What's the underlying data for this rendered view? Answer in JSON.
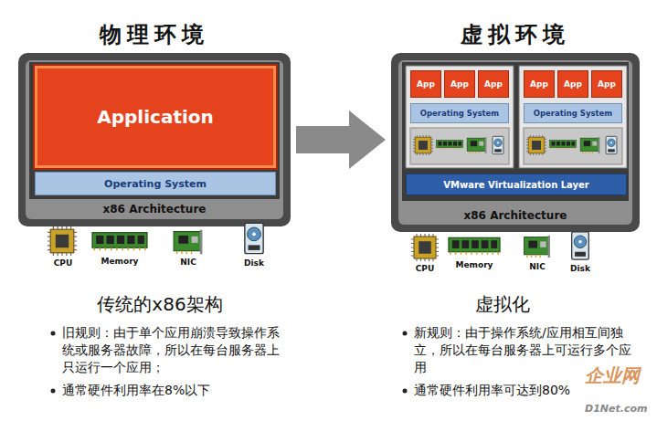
{
  "diagram": {
    "nodes": [
      {
        "text": [
          "物理环境",
          "x86 Architecture"
        ]
      },
      {
        "text": [
          "Application"
        ],
        "in": 0
      },
      {
        "text": [
          "Operating System"
        ],
        "in": 0
      },
      {
        "text": [
          "虚拟环境",
          "x86 Architecture"
        ]
      },
      {
        "text": [
          "App"
        ],
        "in": 3
      },
      {
        "text": [
          "App"
        ],
        "in": 3
      },
      {
        "text": [
          "App"
        ],
        "in": 3
      },
      {
        "text": [
          "Operating System"
        ],
        "in": 3
      },
      {
        "text": [
          "App"
        ],
        "in": 3
      },
      {
        "text": [
          "App"
        ],
        "in": 3
      },
      {
        "text": [
          "App"
        ],
        "in": 3
      },
      {
        "text": [
          "Operating System"
        ],
        "in": 3
      },
      {
        "text": [
          "VMware Virtualization Layer"
        ],
        "in": 3
      }
    ],
    "edges": [
      {
        "from": 0,
        "to": 3,
        "arrow": "to"
      }
    ],
    "labels": [
      "CPU",
      "Memory",
      "NIC",
      "Disk",
      "CPU",
      "Memory",
      "NIC",
      "Disk",
      "传统的x86架构",
      "旧规则：由于单个应用崩溃导致操作系统或服务器故障，所以在每台服务器上只运行一个应用；",
      "通常硬件利用率在8%以下",
      "虚拟化",
      "新规则：由于操作系统/应用相互间独立，所以在每台服务器上可运行多个应用",
      "通常硬件利用率可达到80%",
      "企业网",
      "D1Net.com"
    ]
  }
}
